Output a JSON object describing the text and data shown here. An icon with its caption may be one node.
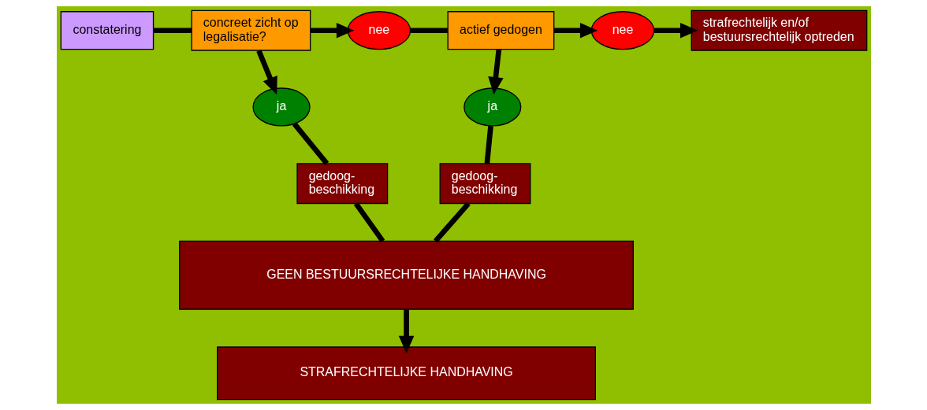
{
  "diagram": {
    "nodes": [
      {
        "text": [
          "constatering"
        ]
      },
      {
        "text": [
          "concreet zicht op legalisatie?"
        ]
      },
      {
        "text": [
          "nee"
        ]
      },
      {
        "text": [
          "actief gedogen"
        ]
      },
      {
        "text": [
          "nee"
        ]
      },
      {
        "text": [
          "strafrechtelijk en/of bestuursrechtelijk optreden"
        ]
      },
      {
        "text": [
          "ja"
        ]
      },
      {
        "text": [
          "ja"
        ]
      },
      {
        "text": [
          "gedoog- beschikking"
        ]
      },
      {
        "text": [
          "gedoog- beschikking"
        ]
      },
      {
        "text": [
          "GEEN BESTUURSRECHTELIJKE HANDHAVING"
        ]
      },
      {
        "text": [
          "STRAFRECHTELIJKE HANDHAVING"
        ]
      }
    ],
    "edges": [
      {
        "from": 0,
        "to": 1,
        "arrow": "none"
      },
      {
        "from": 1,
        "to": 2,
        "arrow": "to"
      },
      {
        "from": 2,
        "to": 3,
        "arrow": "none"
      },
      {
        "from": 3,
        "to": 4,
        "arrow": "to"
      },
      {
        "from": 4,
        "to": 5,
        "arrow": "to"
      },
      {
        "from": 1,
        "to": 6,
        "arrow": "to"
      },
      {
        "from": 3,
        "to": 7,
        "arrow": "to"
      },
      {
        "from": 6,
        "to": 8,
        "arrow": "none"
      },
      {
        "from": 7,
        "to": 9,
        "arrow": "none"
      },
      {
        "from": 8,
        "to": 10,
        "arrow": "none"
      },
      {
        "from": 9,
        "to": 10,
        "arrow": "none"
      },
      {
        "from": 10,
        "to": 11,
        "arrow": "to"
      }
    ]
  }
}
